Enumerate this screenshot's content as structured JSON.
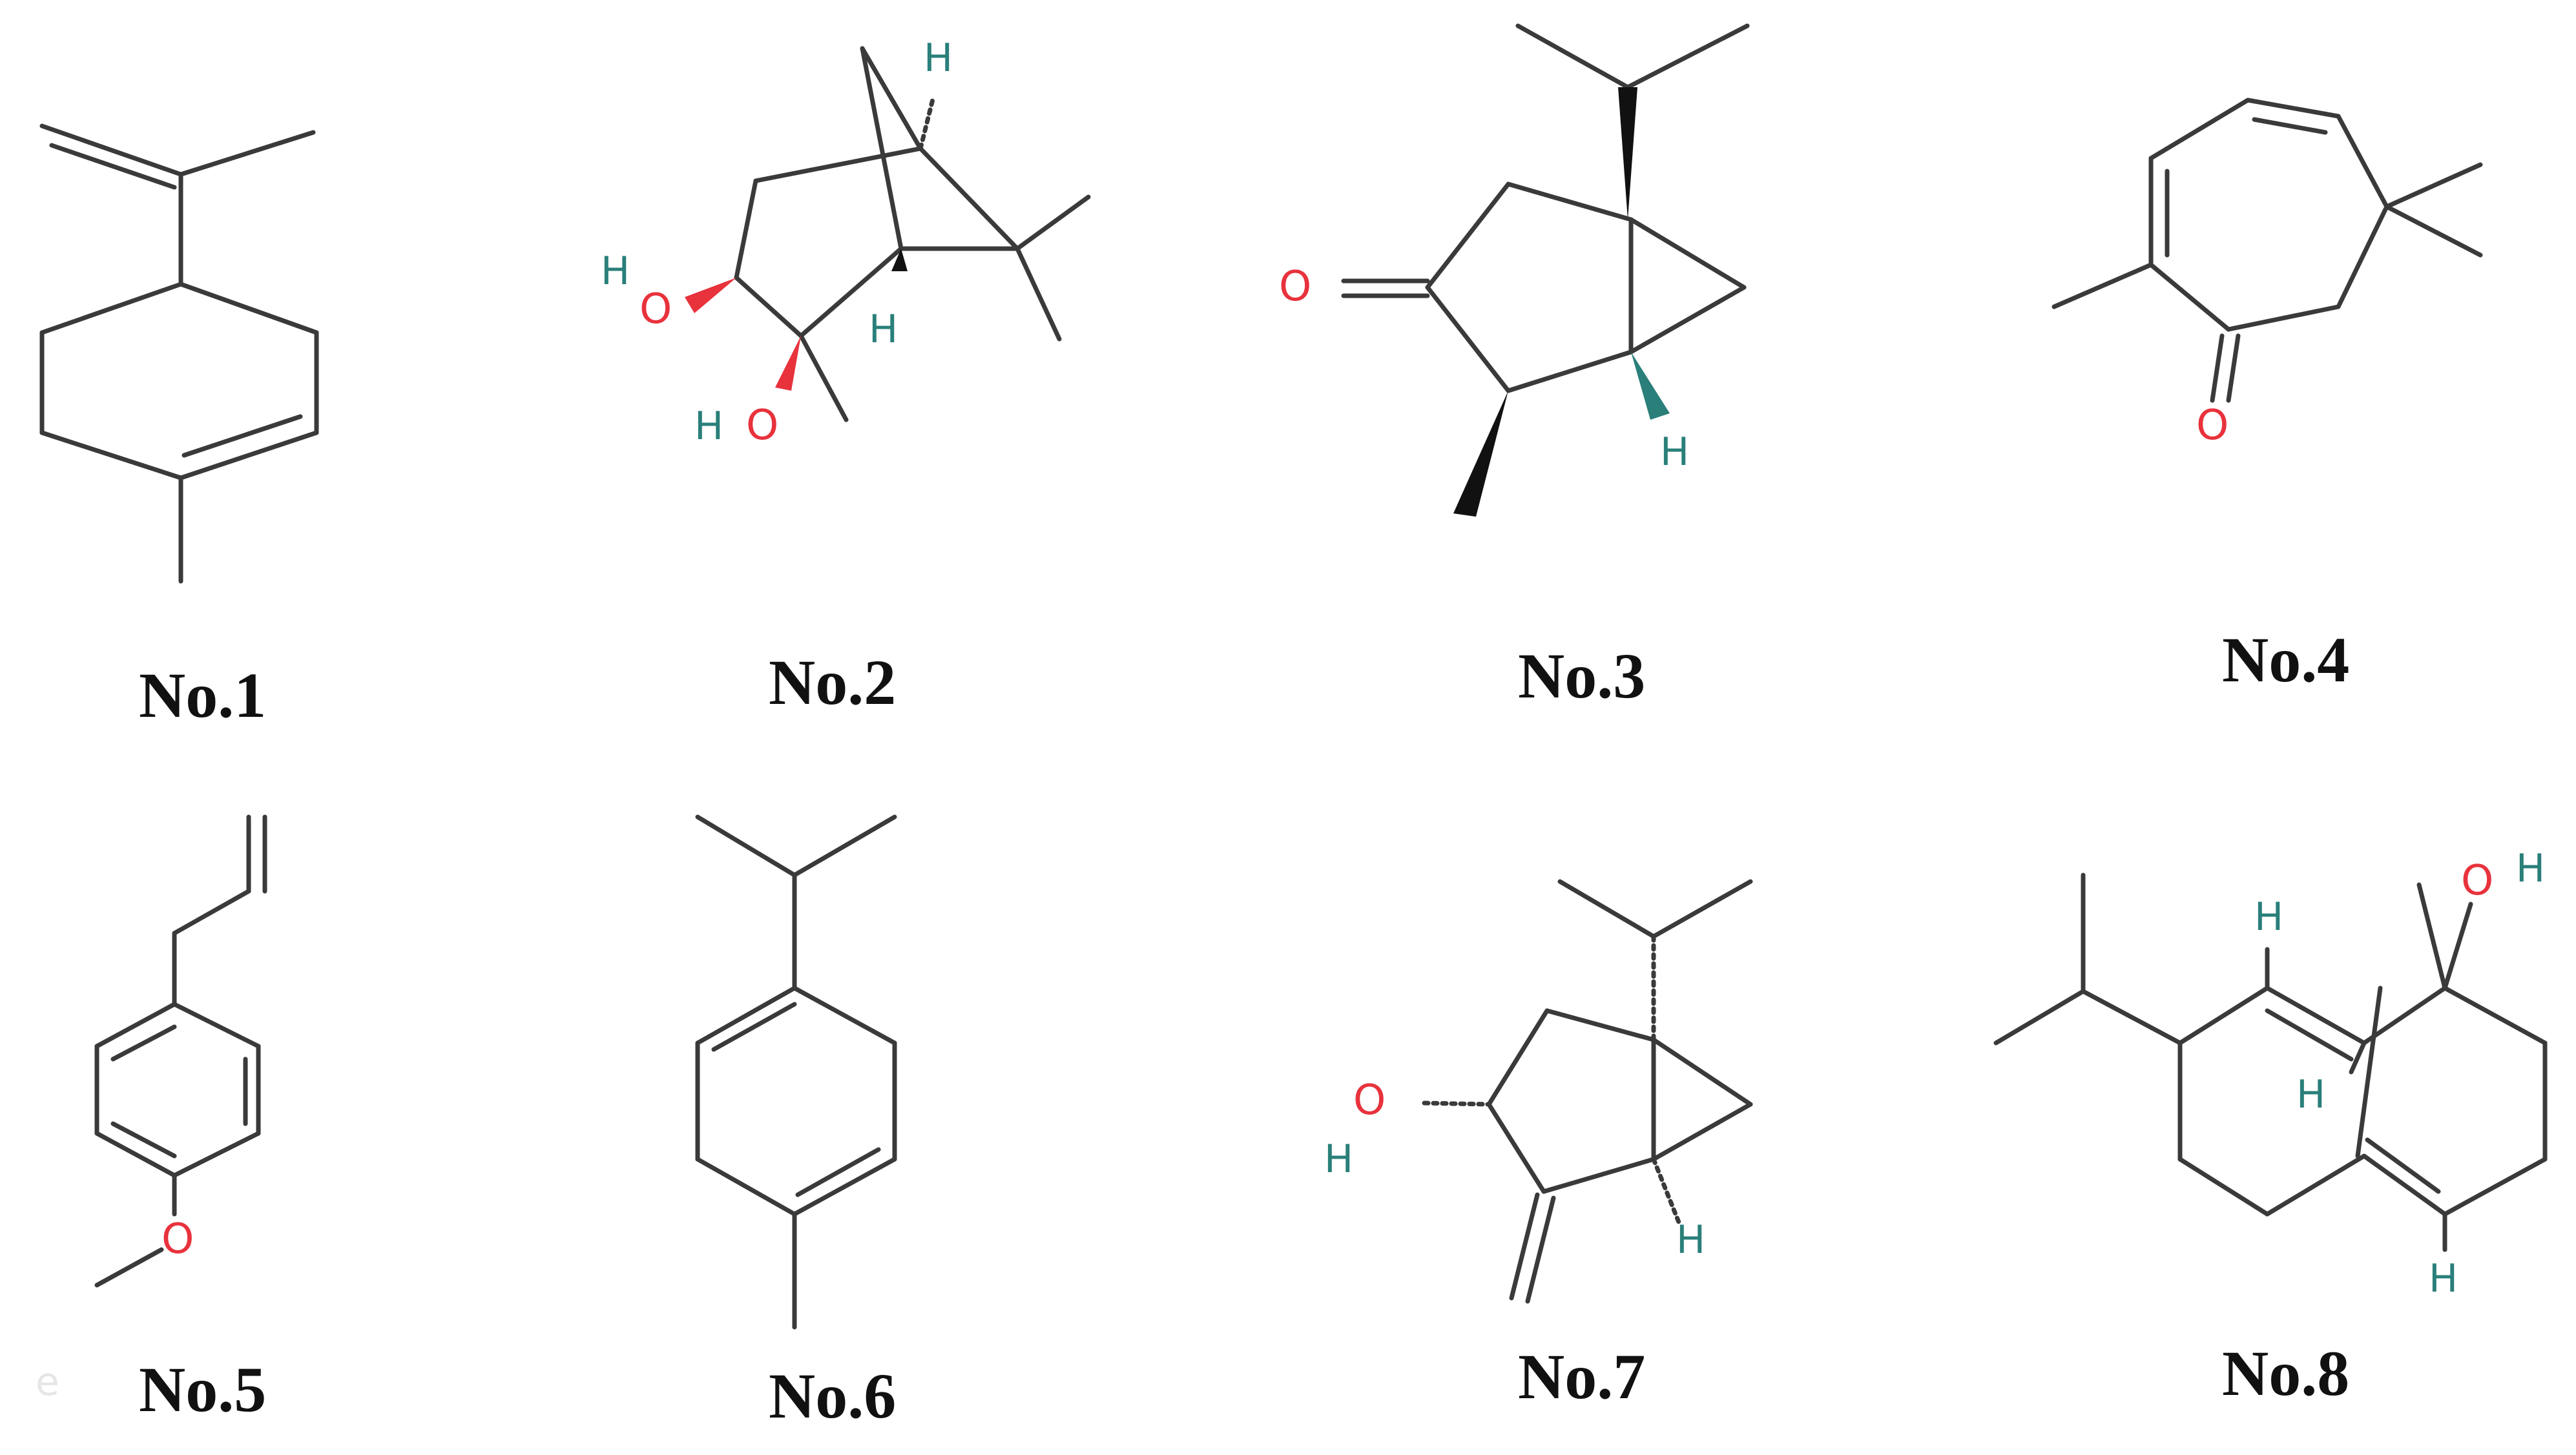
{
  "molecules": [
    {
      "label": "No.1"
    },
    {
      "label": "No.2",
      "atoms": {
        "h_top": "H",
        "h_oh1": "H",
        "o1": "O",
        "h_oh2": "H",
        "o2": "O",
        "h_bridge": "H"
      }
    },
    {
      "label": "No.3",
      "atoms": {
        "o": "O",
        "h": "H"
      }
    },
    {
      "label": "No.4",
      "atoms": {
        "o": "O"
      }
    },
    {
      "label": "No.5",
      "atoms": {
        "o": "O"
      }
    },
    {
      "label": "No.6"
    },
    {
      "label": "No.7",
      "atoms": {
        "o": "O",
        "h_oh": "H",
        "h": "H"
      }
    },
    {
      "label": "No.8",
      "atoms": {
        "o": "O",
        "h_oh": "H",
        "h1": "H",
        "h2": "H",
        "h3": "H"
      }
    }
  ],
  "watermark": "e",
  "colors": {
    "bond": "#3a3a3a",
    "oxygen": "#e8323c",
    "hydrogen": "#2a7f7a",
    "caption": "#111111"
  }
}
